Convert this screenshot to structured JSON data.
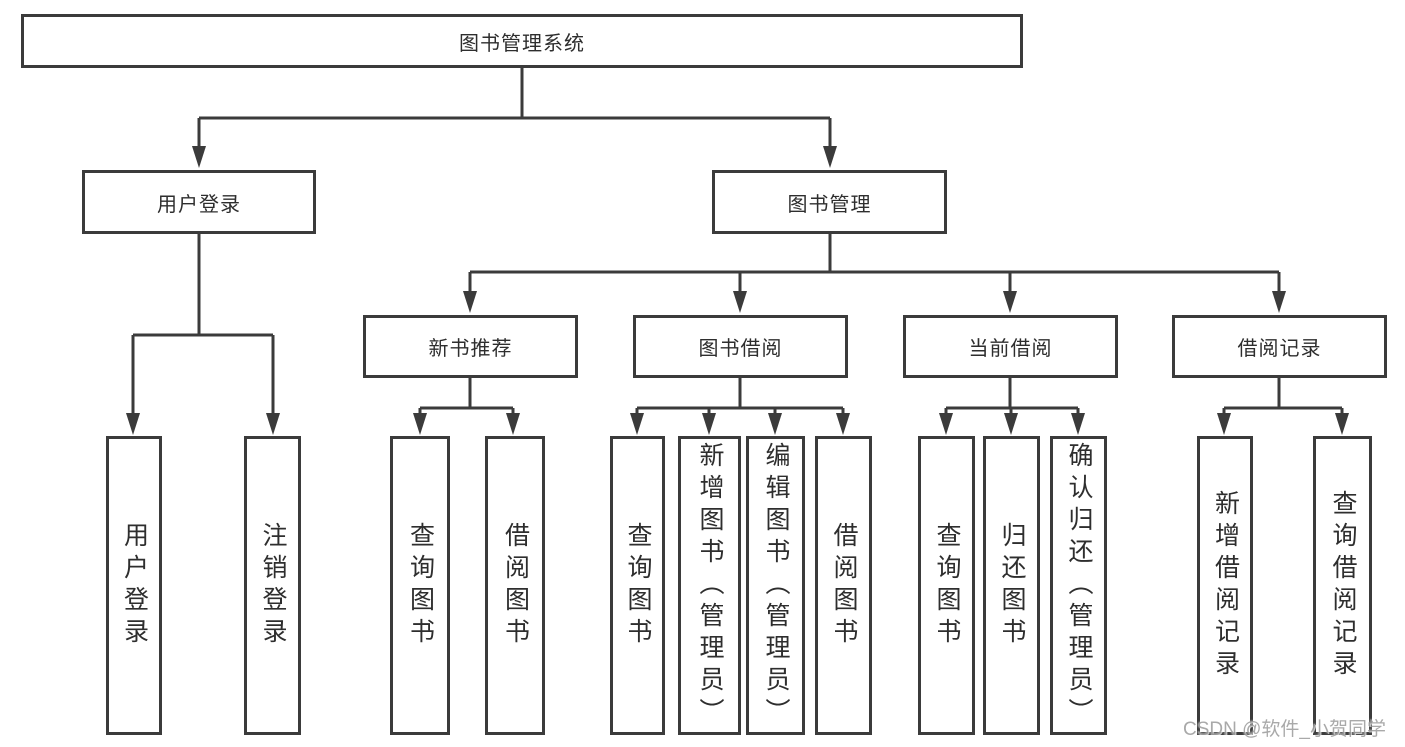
{
  "diagram": {
    "root": {
      "label": "图书管理系统"
    },
    "level2": {
      "user_login": {
        "label": "用户登录"
      },
      "book_mgmt": {
        "label": "图书管理"
      }
    },
    "level3": {
      "new_books": {
        "label": "新书推荐"
      },
      "borrowing": {
        "label": "图书借阅"
      },
      "current": {
        "label": "当前借阅"
      },
      "records": {
        "label": "借阅记录"
      }
    },
    "leaves": {
      "login": {
        "label": "用户登录"
      },
      "logout": {
        "label": "注销登录"
      },
      "nb_query": {
        "label": "查询图书"
      },
      "nb_borrow": {
        "label": "借阅图书"
      },
      "bw_query": {
        "label": "查询图书"
      },
      "bw_add": {
        "label": "新增图书（管理员）"
      },
      "bw_edit": {
        "label": "编辑图书（管理员）"
      },
      "bw_borrow": {
        "label": "借阅图书"
      },
      "cur_query": {
        "label": "查询图书"
      },
      "cur_return": {
        "label": "归还图书"
      },
      "cur_confirm": {
        "label": "确认归还（管理员）"
      },
      "rec_add": {
        "label": "新增借阅记录"
      },
      "rec_query": {
        "label": "查询借阅记录"
      }
    },
    "watermark": "CSDN @软件_小贺同学",
    "colors": {
      "line": "#3b3b3b",
      "text": "#2e2e2e",
      "watermark": "#a0a0a0",
      "background": "#ffffff"
    }
  }
}
